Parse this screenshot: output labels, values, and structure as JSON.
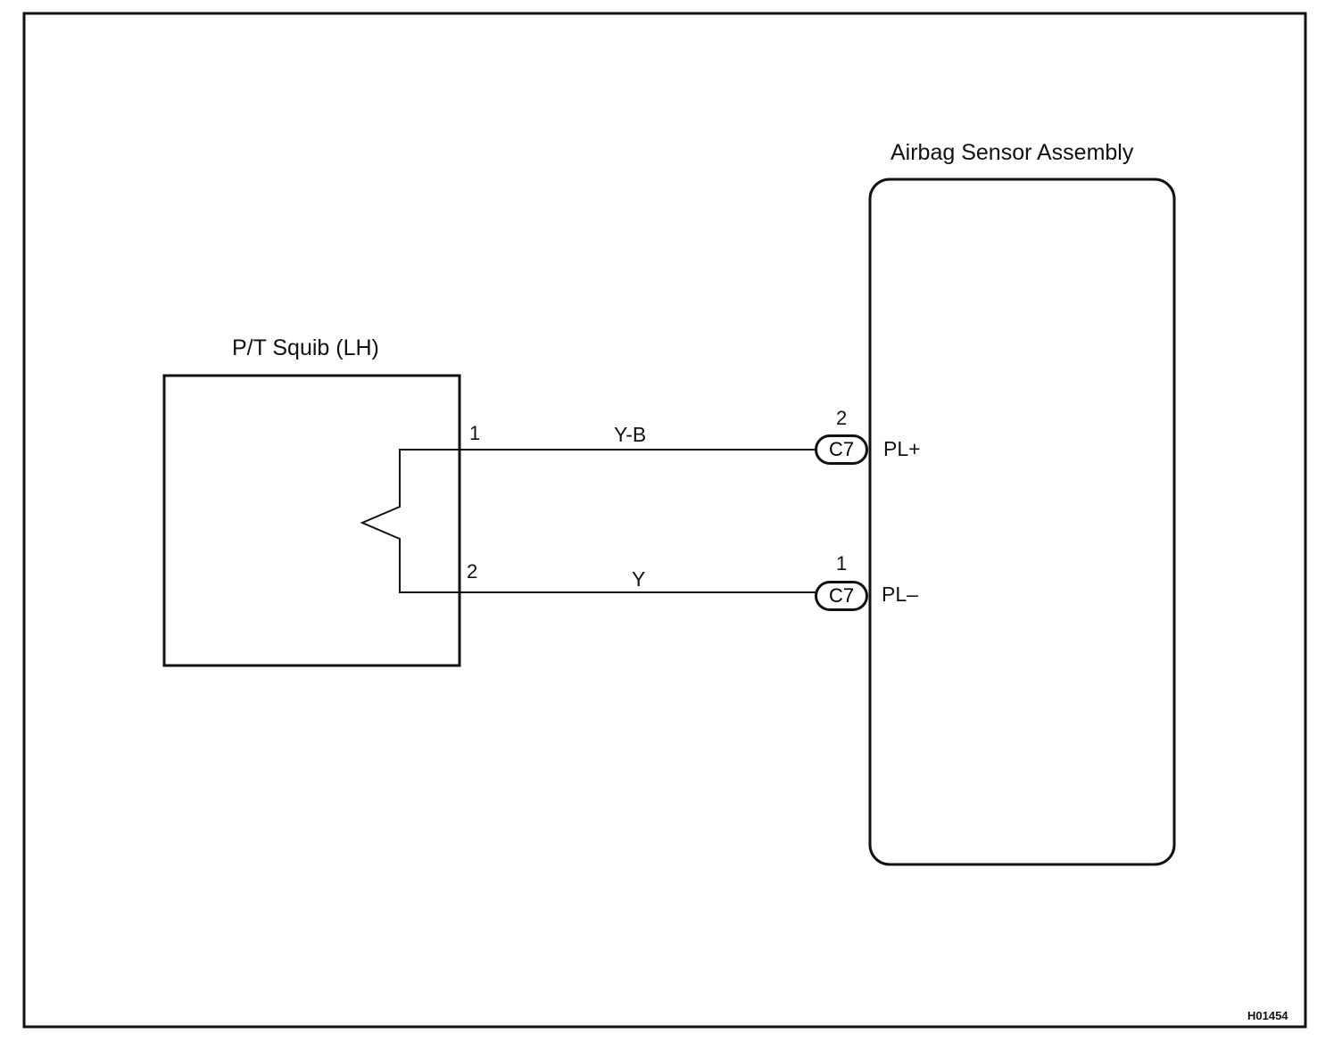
{
  "components": {
    "squib": {
      "title": "P/T Squib (LH)",
      "pin1": "1",
      "pin2": "2"
    },
    "sensor": {
      "title": "Airbag Sensor Assembly"
    }
  },
  "wires": [
    {
      "color": "Y-B",
      "from_pin": "1",
      "to_pin": "2",
      "connector": "C7",
      "terminal": "PL+"
    },
    {
      "color": "Y",
      "from_pin": "2",
      "to_pin": "1",
      "connector": "C7",
      "terminal": "PL–"
    }
  ],
  "figure_id": "H01454"
}
